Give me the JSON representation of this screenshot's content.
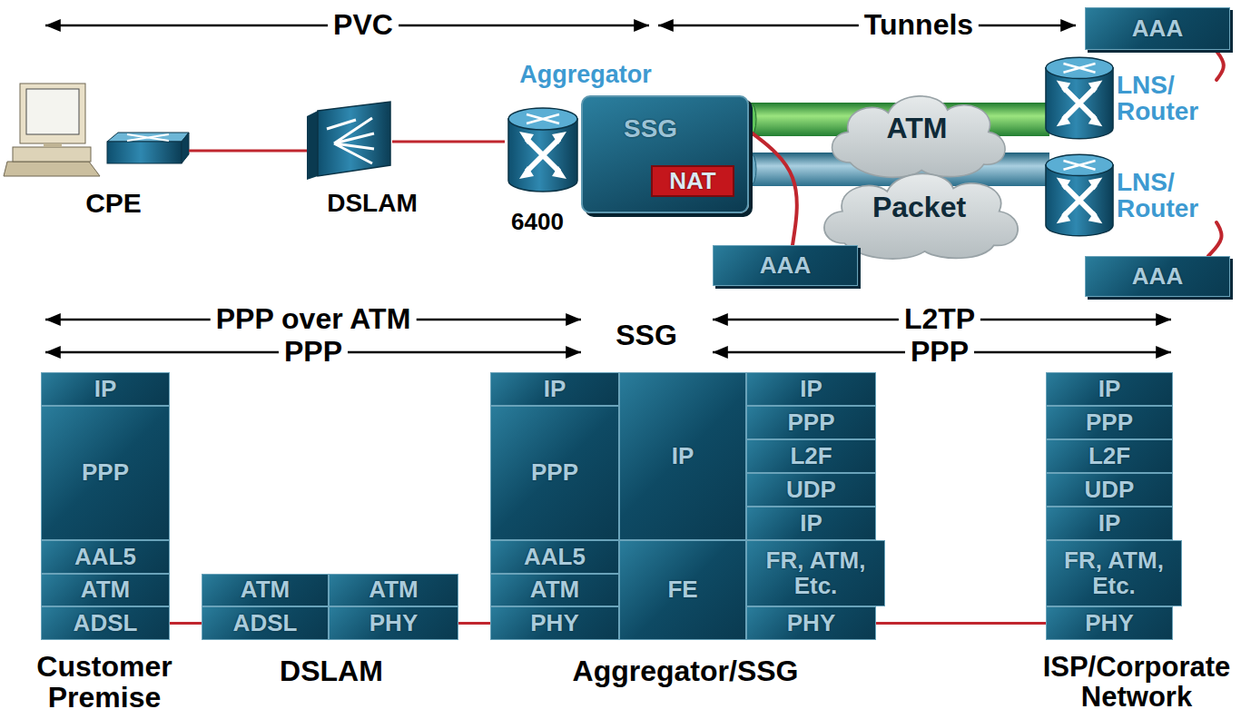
{
  "diagram": {
    "nodes": [
      {
        "text": [
          "AAA"
        ]
      },
      {
        "text": [
          "SSG"
        ]
      },
      {
        "text": [
          "NAT"
        ],
        "in": 1
      },
      {
        "text": [
          "ATM"
        ]
      },
      {
        "text": [
          "LNS/ Router"
        ]
      },
      {
        "text": [
          "Packet"
        ]
      },
      {
        "text": [
          "LNS/ Router"
        ]
      },
      {
        "text": [
          "AAA"
        ]
      },
      {
        "text": [
          "AAA"
        ]
      },
      {
        "text": [
          "IP"
        ]
      },
      {
        "text": [
          "PPP"
        ]
      },
      {
        "text": [
          "AAL5"
        ]
      },
      {
        "text": [
          "ATM"
        ]
      },
      {
        "text": [
          "ADSL"
        ]
      },
      {
        "text": [
          "ATM"
        ]
      },
      {
        "text": [
          "ADSL"
        ]
      },
      {
        "text": [
          "ATM"
        ]
      },
      {
        "text": [
          "PHY"
        ]
      },
      {
        "text": [
          "IP"
        ]
      },
      {
        "text": [
          "PPP"
        ]
      },
      {
        "text": [
          "AAL5"
        ]
      },
      {
        "text": [
          "ATM"
        ]
      },
      {
        "text": [
          "PHY"
        ]
      },
      {
        "text": [
          "IP"
        ]
      },
      {
        "text": [
          "FE"
        ]
      },
      {
        "text": [
          "IP"
        ]
      },
      {
        "text": [
          "PPP"
        ]
      },
      {
        "text": [
          "L2F"
        ]
      },
      {
        "text": [
          "UDP"
        ]
      },
      {
        "text": [
          "IP"
        ]
      },
      {
        "text": [
          "FR, ATM, Etc."
        ]
      },
      {
        "text": [
          "PHY"
        ]
      },
      {
        "text": [
          "IP"
        ]
      },
      {
        "text": [
          "PPP"
        ]
      },
      {
        "text": [
          "L2F"
        ]
      },
      {
        "text": [
          "UDP"
        ]
      },
      {
        "text": [
          "IP"
        ]
      },
      {
        "text": [
          "FR, ATM, Etc."
        ]
      },
      {
        "text": [
          "PHY"
        ]
      }
    ],
    "edges": [
      {
        "from": 1,
        "to": 7,
        "arrow": "none"
      },
      {
        "from": 4,
        "to": 0,
        "arrow": "none"
      },
      {
        "from": 6,
        "to": 8,
        "arrow": "none"
      },
      {
        "from": 13,
        "to": 15,
        "arrow": "none"
      },
      {
        "from": 17,
        "to": 22,
        "arrow": "none"
      },
      {
        "from": 31,
        "to": 38,
        "arrow": "none"
      }
    ],
    "labels": [
      "PVC",
      "Tunnels",
      "Aggregator",
      "CPE",
      "DSLAM",
      "6400",
      "PPP over ATM",
      "SSG",
      "L2TP",
      "PPP",
      "PPP",
      "Customer Premise",
      "DSLAM",
      "Aggregator/SSG",
      "ISP/Corporate Network"
    ]
  }
}
